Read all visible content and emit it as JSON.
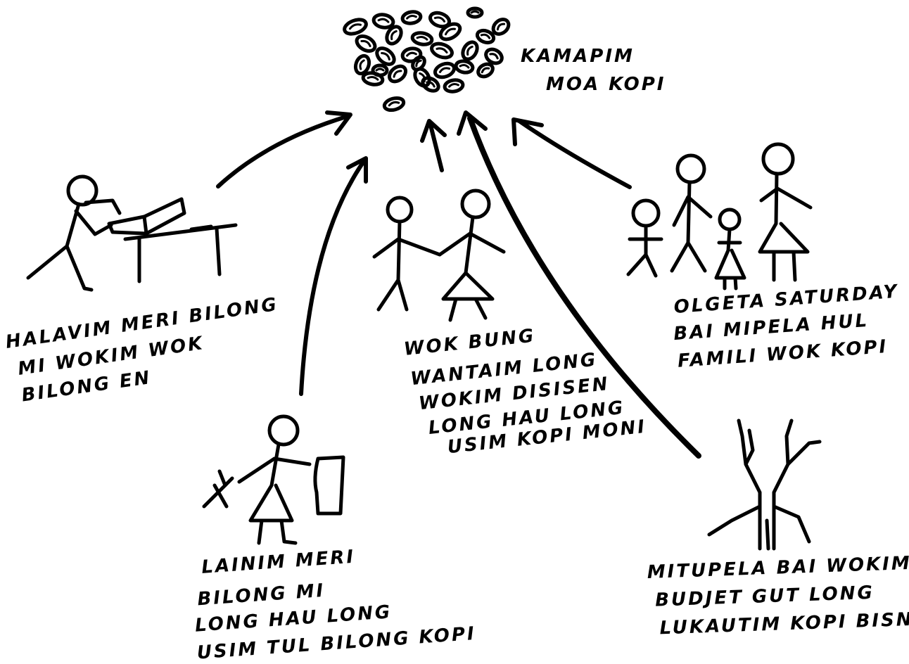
{
  "title": [
    "KAMAPIM",
    "MOA KOPI"
  ],
  "labels": {
    "office": [
      "HALAVIM MERI BILONG",
      "MI WOKIM WOK",
      "BILONG EN"
    ],
    "couple": [
      "WOK BUNG",
      "WANTAIM LONG",
      "WOKIM DISISEN",
      "LONG HAU LONG",
      "USIM KOPI MONI"
    ],
    "family": [
      "OLGETA SATURDAY",
      "BAI MIPELA HUL",
      "FAMILI WOK KOPI"
    ],
    "tools": [
      "LAINIM MERI",
      "BILONG MI",
      "LONG HAU LONG",
      "USIM TUL BILONG KOPI"
    ],
    "budget": [
      "MITUPELA BAI WOKIM",
      "BUDJET GUT LONG",
      "LUKAUTIM KOPI BISNIS"
    ]
  },
  "colors": {
    "ink": "#000000",
    "background": "#ffffff"
  }
}
